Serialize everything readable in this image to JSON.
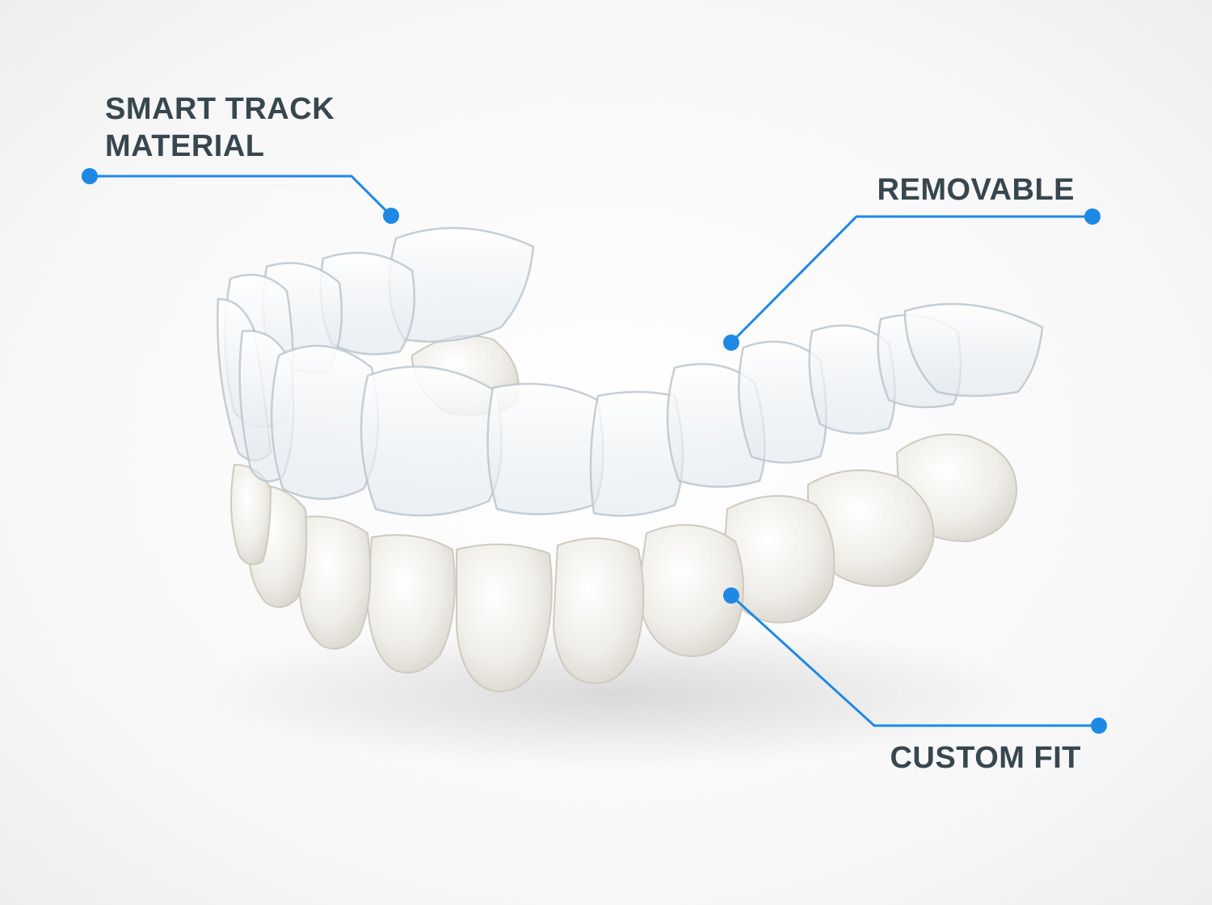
{
  "labels": {
    "smart_track": {
      "line1": "SMART TRACK",
      "line2": "MATERIAL"
    },
    "removable": "REMOVABLE",
    "custom_fit": "CUSTOM FIT"
  },
  "colors": {
    "accent": "#1e88e5",
    "text": "#37474f",
    "tooth": "#eeece6"
  }
}
